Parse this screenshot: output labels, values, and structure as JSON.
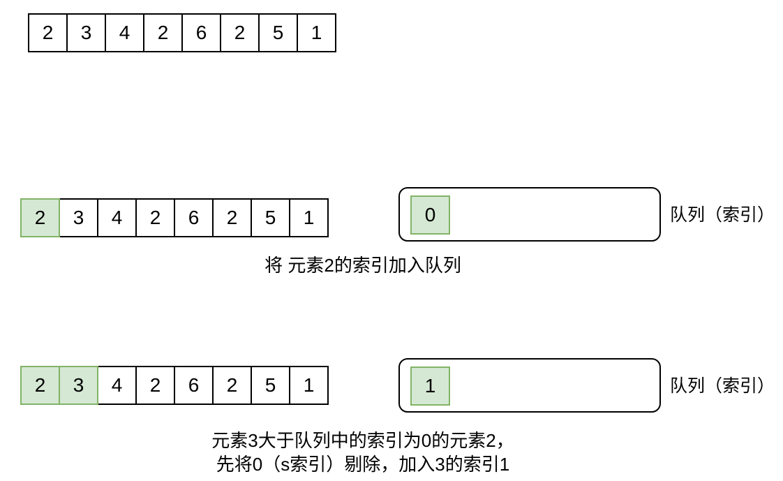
{
  "colors": {
    "highlight_fill": "#d5e8d4",
    "highlight_border": "#82b366",
    "cell_border": "#000000",
    "background": "#ffffff"
  },
  "initial_array": {
    "values": [
      "2",
      "3",
      "4",
      "2",
      "6",
      "2",
      "5",
      "1"
    ]
  },
  "step1": {
    "array": {
      "values": [
        "2",
        "3",
        "4",
        "2",
        "6",
        "2",
        "5",
        "1"
      ],
      "highlighted_indices": [
        0
      ]
    },
    "queue": {
      "items": [
        "0"
      ],
      "label": "队列（索引）"
    },
    "caption": "将 元素2的索引加入队列"
  },
  "step2": {
    "array": {
      "values": [
        "2",
        "3",
        "4",
        "2",
        "6",
        "2",
        "5",
        "1"
      ],
      "highlighted_indices": [
        0,
        1
      ]
    },
    "queue": {
      "items": [
        "1"
      ],
      "label": "队列（索引）"
    },
    "caption_line1": "元素3大于队列中的索引为0的元素2，",
    "caption_line2": "先将0（s索引）剔除，加入3的索引1"
  }
}
